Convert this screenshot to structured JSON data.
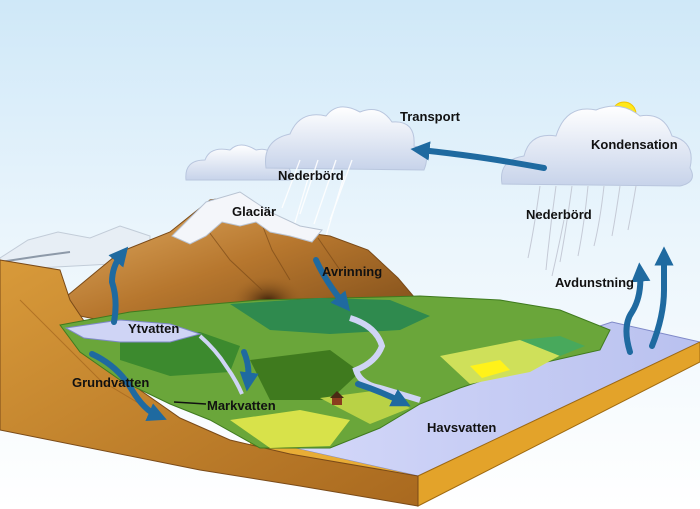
{
  "labels": {
    "transport": "Transport",
    "kondensation": "Kondensation",
    "nederbord_left": "Nederbörd",
    "nederbord_right": "Nederbörd",
    "glaciar": "Glaciär",
    "avrinning": "Avrinning",
    "avdunstning": "Avdunstning",
    "ytvatten": "Ytvatten",
    "grundvatten": "Grundvatten",
    "markvatten": "Markvatten",
    "havsvatten": "Havsvatten"
  },
  "colors": {
    "sky": "#dff0fa",
    "arrow": "#1f6aa0",
    "sea": "#c9cff5",
    "soil": "#c88a2c",
    "grass": "#6aa63a",
    "sun": "#ffe81a"
  },
  "icons": [
    "sun-icon",
    "cloud-icon",
    "arrow-icon"
  ]
}
